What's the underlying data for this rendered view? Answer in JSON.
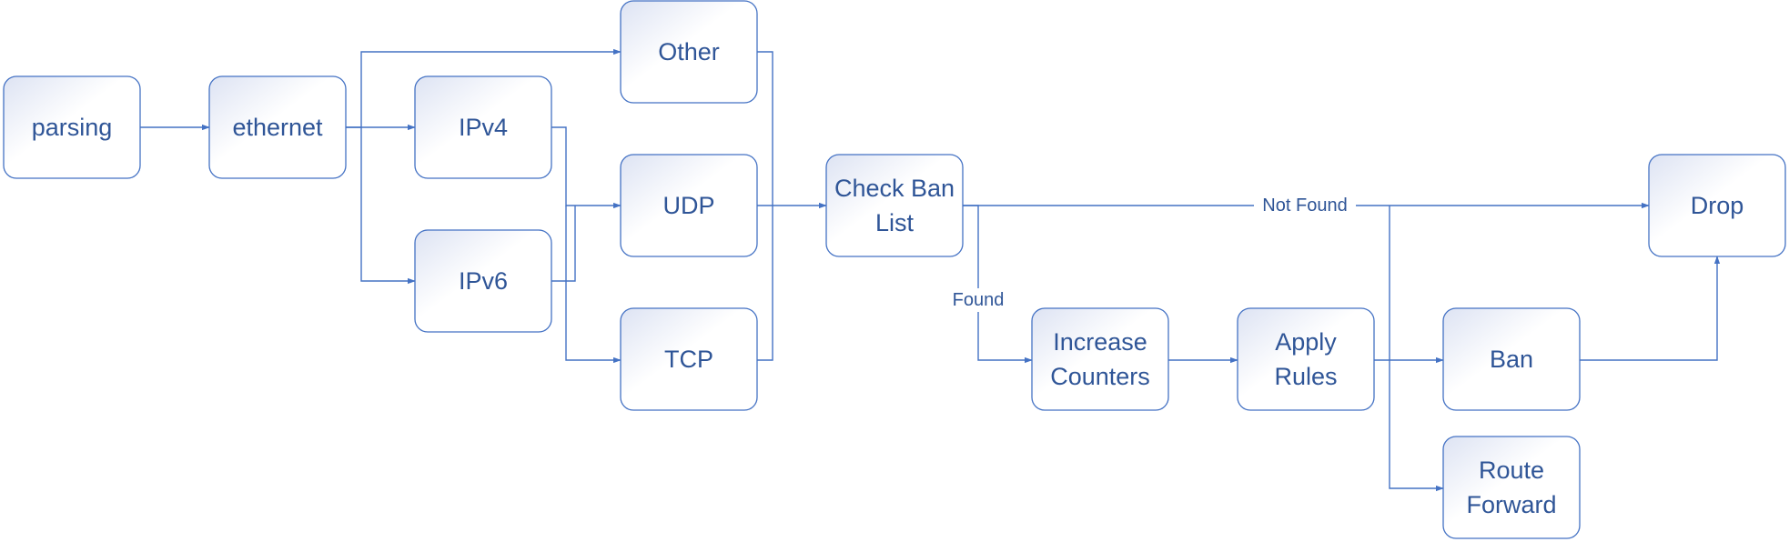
{
  "diagram": {
    "nodes": {
      "parsing": {
        "lines": [
          "parsing"
        ]
      },
      "ethernet": {
        "lines": [
          "ethernet"
        ]
      },
      "ipv4": {
        "lines": [
          "IPv4"
        ]
      },
      "ipv6": {
        "lines": [
          "IPv6"
        ]
      },
      "other": {
        "lines": [
          "Other"
        ]
      },
      "udp": {
        "lines": [
          "UDP"
        ]
      },
      "tcp": {
        "lines": [
          "TCP"
        ]
      },
      "check_ban_list": {
        "lines": [
          "Check Ban",
          "List"
        ]
      },
      "increase_counters": {
        "lines": [
          "Increase",
          "Counters"
        ]
      },
      "apply_rules": {
        "lines": [
          "Apply",
          "Rules"
        ]
      },
      "ban": {
        "lines": [
          "Ban"
        ]
      },
      "route_forward": {
        "lines": [
          "Route",
          "Forward"
        ]
      },
      "drop": {
        "lines": [
          "Drop"
        ]
      }
    },
    "edge_labels": {
      "not_found": "Not Found",
      "found": "Found"
    },
    "colors": {
      "stroke": "#4472c4",
      "text": "#2f5597",
      "fill_light": "#ffffff",
      "fill_dark": "#dde3f3"
    }
  }
}
